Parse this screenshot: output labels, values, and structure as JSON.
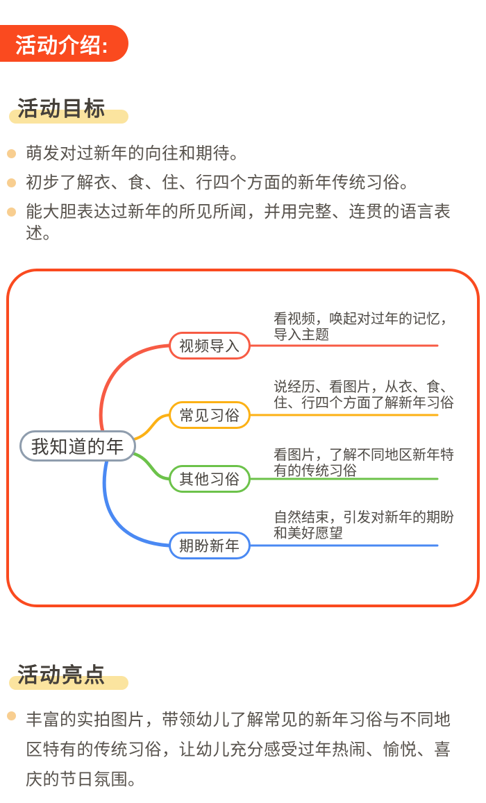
{
  "header": {
    "title": "活动介绍:"
  },
  "colors": {
    "primary": "#fa4a1f",
    "map_border": "#fa4a1f",
    "highlight_bar": "#fbe49f",
    "bullet_dot": "#f8ce90",
    "heading_text": "#45403a",
    "body_text": "#57524c",
    "root_border": "#8f9dad"
  },
  "goals": {
    "heading": "活动目标",
    "items": [
      "萌发对过新年的向往和期待。",
      "初步了解衣、食、住、行四个方面的新年传统习俗。",
      "能大胆表达过新年的所见所闻，并用完整、连贯的语言表述。"
    ]
  },
  "mindmap": {
    "root_label": "我知道的年",
    "branches": [
      {
        "label": "视频导入",
        "color": "#f75b44",
        "note_lines": [
          "看视频，唤起对过年的记忆，",
          "导入主题"
        ]
      },
      {
        "label": "常见习俗",
        "color": "#fcb115",
        "note_lines": [
          "说经历、看图片，从衣、食、",
          "住、行四个方面了解新年习俗"
        ]
      },
      {
        "label": "其他习俗",
        "color": "#6cc24a",
        "note_lines": [
          "看图片，了解不同地区新年特",
          "有的传统习俗"
        ]
      },
      {
        "label": "期盼新年",
        "color": "#4a89f3",
        "note_lines": [
          "自然结束，引发对新年的期盼",
          "和美好愿望"
        ]
      }
    ]
  },
  "highlights": {
    "heading": "活动亮点",
    "items": [
      "丰富的实拍图片，带领幼儿了解常见的新年习俗与不同地区特有的传统习俗，让幼儿充分感受过年热闹、愉悦、喜庆的节日氛围。"
    ]
  }
}
